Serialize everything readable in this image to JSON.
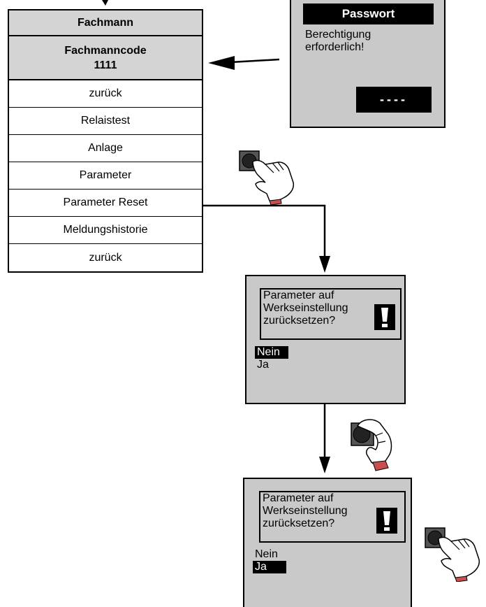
{
  "menu": {
    "header": "Fachmann",
    "code_label": "Fachmanncode",
    "code_value": "1111",
    "items": [
      "zurück",
      "Relaistest",
      "Anlage",
      "Parameter",
      "Parameter Reset",
      "Meldungshistorie",
      "zurück"
    ]
  },
  "password_screen": {
    "title": "Passwort",
    "message_line1": "Berechtigung",
    "message_line2": "erforderlich!",
    "entry": "----"
  },
  "confirm_screen_1": {
    "line1": "Parameter auf",
    "line2": "Werkseinstellung",
    "line3": "zurücksetzen?",
    "option_no": "Nein",
    "option_yes": "Ja",
    "selected": "Nein"
  },
  "confirm_screen_2": {
    "line1": "Parameter auf",
    "line2": "Werkseinstellung",
    "line3": "zurücksetzen?",
    "option_no": "Nein",
    "option_yes": "Ja",
    "selected": "Ja"
  },
  "icons": [
    "warning-icon",
    "turn-knob-icon",
    "press-knob-icon"
  ]
}
